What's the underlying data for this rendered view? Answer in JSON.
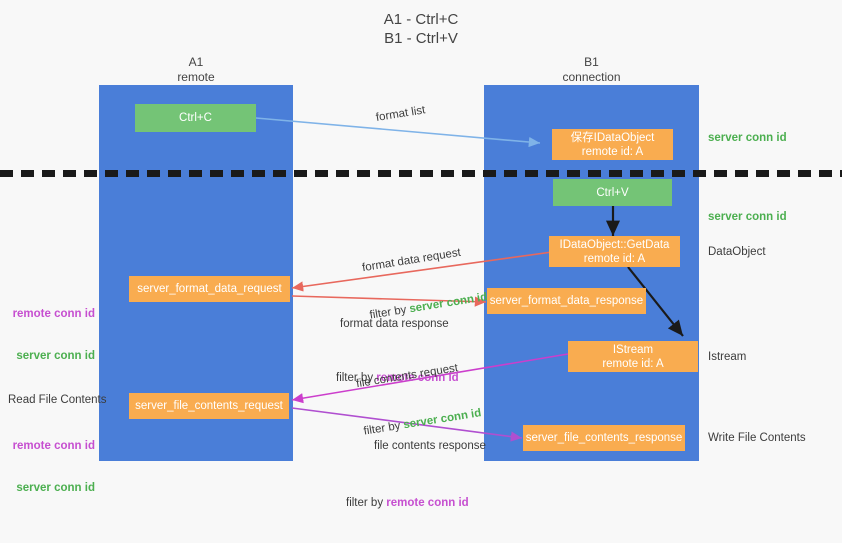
{
  "title": "A1 - Ctrl+C\nB1 - Ctrl+V",
  "lanes": {
    "a": {
      "name": "A1",
      "sub": "remote",
      "heading": "A1\nremote"
    },
    "b": {
      "name": "B1",
      "sub": "connection",
      "heading": "B1\nconnection"
    }
  },
  "boxes": {
    "ctrl_c": "Ctrl+C",
    "ctrl_v": "Ctrl+V",
    "save_idataobject": "保存IDataObject\nremote id: A",
    "getdata": "IDataObject::GetData\nremote id: A",
    "istream": "IStream\nremote id: A",
    "server_format_data_request": "server_format_data_request",
    "server_format_data_response": "server_format_data_response",
    "server_file_contents_request": "server_file_contents_request",
    "server_file_contents_response": "server_file_contents_response"
  },
  "right_labels": {
    "server_conn_id_top": "server conn id",
    "server_conn_id_mid": "server conn id",
    "dataobject": "DataObject",
    "istream": "Istream",
    "write_file_contents": "Write File Contents"
  },
  "left_labels": {
    "read_file_contents": "Read File Contents",
    "remote_conn_id": "remote conn id",
    "server_conn_id": "server conn id"
  },
  "arrow_labels": {
    "format_list": "format list",
    "format_data_request": "format data request",
    "format_data_request_filter_prefix": "filter by ",
    "format_data_request_filter_value": "server conn id",
    "format_data_response": "format data response",
    "format_data_response_filter_prefix": "filter by ",
    "format_data_response_filter_value": "remote conn id",
    "file_contents_request": "file contents request",
    "file_contents_request_filter_prefix": "filter by ",
    "file_contents_request_filter_value": "server conn id",
    "file_contents_response": "file contents response",
    "file_contents_response_filter_prefix": "filter by ",
    "file_contents_response_filter_value": "remote conn id"
  },
  "colors": {
    "lane": "#4a7ed8",
    "green_box": "#74c476",
    "orange_box": "#f9ac50",
    "server_conn_id": "#4caf50",
    "remote_conn_id": "#c64fd0",
    "arrow_blue": "#7fb3e8",
    "arrow_red": "#e8685d",
    "arrow_magenta": "#cc3ecc",
    "arrow_purple": "#b04fd0",
    "arrow_black": "#1a1a1a"
  }
}
